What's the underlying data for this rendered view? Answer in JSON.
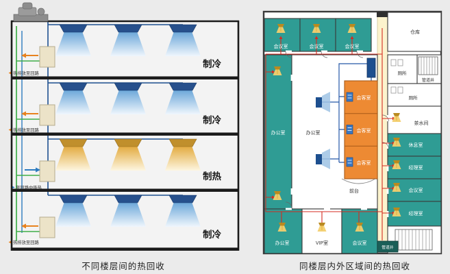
{
  "left_panel": {
    "caption": "不同楼层间的热回收",
    "floors": [
      {
        "mode": "制冷",
        "loop_label": "热排放至回路"
      },
      {
        "mode": "制冷",
        "loop_label": "热排放至回路"
      },
      {
        "mode": "制热",
        "loop_label": "至回路中吸热"
      },
      {
        "mode": "制冷",
        "loop_label": "热排放至回路"
      }
    ],
    "colors": {
      "loop_green": "#3fae49",
      "supply_blue": "#2c7bbf",
      "refrigerant_navy": "#1d4f8f",
      "heat_orange": "#e8821e",
      "cool_cone_blue": "#6aa6d8",
      "warm_cone_gold": "#e2a93c"
    }
  },
  "right_panel": {
    "caption": "同楼层内外区域间的热回收",
    "rooms": {
      "meeting_top_1": "会议室",
      "meeting_top_2": "会议室",
      "meeting_top_3": "会议室",
      "warehouse": "仓库",
      "pipe_shaft_top": "管道井",
      "toilet_1": "厕所",
      "toilet_2": "厕所",
      "tea_room": "茶水间",
      "rest_room": "休息室",
      "manager_1": "经理室",
      "meeting_right": "会议室",
      "manager_2": "经理室",
      "pipe_shaft_bottom": "管道井",
      "office_left": "办公室",
      "office_center": "办公室",
      "office_bottom": "办公室",
      "vip_room": "VIP室",
      "meeting_bottom": "会议室",
      "front_desk": "前台",
      "reception_1": "会客室",
      "reception_2": "会客室",
      "reception_3": "会客室"
    },
    "colors": {
      "room_teal": "#2f9c94",
      "inner_zone_orange": "#ed8a33",
      "corridor_yellow": "#fcf3cd",
      "pipe_red": "#d42b20",
      "pipe_blue": "#2458a8",
      "lamp_gold": "#f3cf6e"
    }
  }
}
